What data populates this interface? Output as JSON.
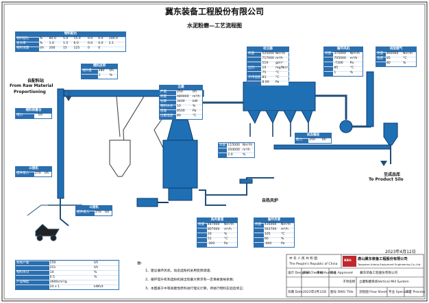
{
  "header": {
    "company": "冀东装备工程股份有限公司",
    "subtitle": "水泥粉磨—工艺流程图"
  },
  "top_table": {
    "title": "物料配比",
    "cols": [
      "",
      "",
      "",
      "",
      "",
      "",
      "合计"
    ],
    "rows": [
      [
        "物料配比",
        "%",
        "80.0",
        "5.0",
        "15.0",
        "0.0",
        "0.0",
        "100.0"
      ],
      [
        "含水率",
        "%",
        "1.0",
        "1.5",
        "6.0",
        "0.0",
        "0.0",
        "2.1"
      ],
      [
        "物料流量",
        "t/h",
        "200",
        "15",
        "125",
        "0",
        "0",
        ""
      ]
    ]
  },
  "labels": {
    "raw_cn": "自配料站",
    "raw_en1": "From Raw Material",
    "raw_en2": "Proportioning",
    "product_cn": "至成品库",
    "product_en": "To Product Silo",
    "hot_gas": "自热风炉"
  },
  "boxes": {
    "feed_belt": {
      "title": "喂料皮带",
      "rows": [
        [
          "喂料量",
          "280",
          "t/h"
        ],
        [
          "",
          "1",
          "%"
        ]
      ]
    },
    "weigh": {
      "title": "喂料称重仓",
      "rows": [
        [
          "喂力",
          "",
          "t/h"
        ]
      ]
    },
    "bucket": {
      "title": "斗提机",
      "rows": [
        [
          "提升能力",
          "270",
          "t/h"
        ]
      ]
    },
    "mill": {
      "title": "立磨",
      "rows": [
        [
          "产量",
          "250",
          "t/h"
        ],
        [
          "风量",
          "480000",
          "m³/h"
        ],
        [
          "功率",
          "3400",
          "kW"
        ],
        [
          "物料水分",
          "10",
          "%"
        ],
        [
          "压差",
          "8500",
          "Pa"
        ],
        [
          "出磨温度",
          "80",
          "°C"
        ]
      ]
    },
    "bagfilter": {
      "title": "收尘器",
      "rows": [
        [
          "风量",
          "525000",
          "Nm³/h"
        ],
        [
          "",
          "717000",
          "m³/h"
        ],
        [
          "",
          "519",
          "g/m³"
        ],
        [
          "出口",
          "10",
          "mg/Nm³"
        ],
        [
          "",
          "75",
          "°C"
        ],
        [
          "工作温度",
          "83",
          "°C"
        ],
        [
          "",
          "8.00",
          "Pa"
        ]
      ]
    },
    "millfan": {
      "title": "循环风机",
      "rows": [
        [
          "风量",
          "375000",
          "Nm³/h"
        ],
        [
          "",
          "705000",
          "m³/h"
        ],
        [
          "",
          "-7300",
          "Pa"
        ],
        [
          "",
          "85",
          "°C"
        ],
        [
          "",
          "1",
          "%"
        ]
      ]
    },
    "exhaust": {
      "title": "排放烟气",
      "rows": [
        [
          "风量",
          "460000",
          "Nm³/h"
        ],
        [
          "温度",
          "85",
          "°C"
        ],
        [
          "",
          "80",
          "%"
        ]
      ]
    },
    "chute": {
      "title": "成品输送",
      "rows": [
        [
          "能力",
          "250",
          "t/h"
        ]
      ]
    },
    "hotgas": {
      "title": "",
      "rows": [
        [
          "风量",
          "115000",
          "Nm³/h"
        ],
        [
          "",
          "204000",
          "m³/h"
        ],
        [
          "",
          "2.0",
          "%"
        ]
      ]
    },
    "pipe1": {
      "title": "热风管道",
      "rows": [
        [
          "风量",
          "447000",
          "Nm³/h"
        ],
        [
          "",
          "807000",
          "m³/h"
        ],
        [
          "",
          "20",
          "%"
        ],
        [
          "",
          "51",
          "°C"
        ],
        [
          "",
          "-300",
          "Pa"
        ]
      ]
    },
    "pipe2": {
      "title": "循环风管",
      "rows": [
        [
          "风量",
          "416000",
          "Nm³/h"
        ],
        [
          "",
          "563700",
          "m³/h"
        ],
        [
          "",
          "105",
          "°C"
        ],
        [
          "",
          "60",
          "%"
        ],
        [
          "",
          "-400",
          "Pa"
        ]
      ]
    },
    "elev2": {
      "title": "斗提机",
      "rows": [
        [
          "提升能力",
          "270",
          "t/h"
        ]
      ]
    }
  },
  "summary": {
    "rows": [
      [
        "系统产量",
        "250",
        "t/h"
      ],
      [
        "",
        "251",
        "t/h"
      ],
      [
        "物料水分",
        "10",
        "%"
      ],
      [
        "",
        "0.5",
        "%"
      ],
      [
        "产品细度",
        "3600cm²/g",
        ""
      ],
      [
        "",
        "24 x 1",
        "kWh/t"
      ]
    ]
  },
  "notes": {
    "title": "注:",
    "items": [
      "1、建议循环风机、动态选粉机采用变频调速;",
      "2、循环提升机和选粉机按出现最大要求有一定事故富裕系数;",
      "3、本图基于中等易磨性原料进行理论计算，待进行物料实验后修正;"
    ]
  },
  "title_block": {
    "cn_country": "中 华 人 民 共 和 国",
    "en_country": "The People's Republic of China",
    "company_cn": "唐山冀东装备工程股份有限公司",
    "company_en": "Tangshan Jidong Equipment Engineering Co.,Ltd.",
    "logo": "BBG",
    "roles": [
      "设计 Designed",
      "校核 Checked",
      "审核 Audited",
      "批准 Approved"
    ],
    "project_label": "冀东装备工程股份有限公司",
    "drawing": "立磨粉磨系统Vertical Mill System",
    "sheet": "流程图 Flow Sheet",
    "date_label": "日期 Date",
    "date_value": "2023年4月12日",
    "dwg_label": "图号 DWG Title",
    "spec": "专业 Speciality",
    "spec_value": "工艺 Process",
    "label_sheet": "子项名称"
  },
  "date": "2023年4月12日"
}
